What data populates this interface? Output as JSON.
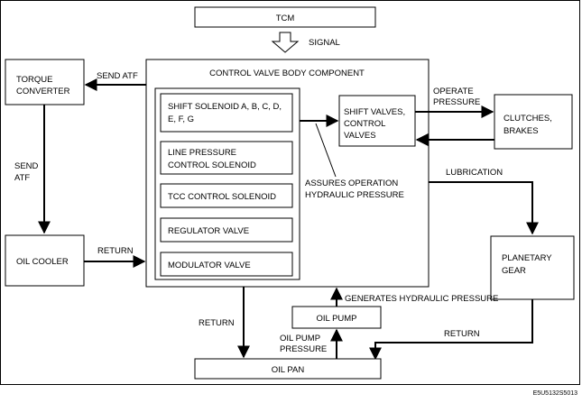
{
  "nodes": {
    "tcm": "TCM",
    "torque_converter": [
      "TORQUE",
      "CONVERTER"
    ],
    "control_valve_body": "CONTROL VALVE BODY COMPONENT",
    "shift_solenoid": [
      "SHIFT SOLENOID A, B, C, D,",
      "E, F, G"
    ],
    "line_pressure_solenoid": [
      "LINE PRESSURE",
      "CONTROL SOLENOID"
    ],
    "tcc_solenoid": "TCC CONTROL SOLENOID",
    "regulator_valve": "REGULATOR VALVE",
    "modulator_valve": "MODULATOR VALVE",
    "shift_valves": [
      "SHIFT VALVES,",
      "CONTROL",
      "VALVES"
    ],
    "clutches_brakes": [
      "CLUTCHES,",
      "BRAKES"
    ],
    "oil_cooler": "OIL COOLER",
    "planetary_gear": [
      "PLANETARY",
      "GEAR"
    ],
    "oil_pump": "OIL PUMP",
    "oil_pan": "OIL PAN"
  },
  "edges": {
    "signal": "SIGNAL",
    "send_atf_top": "SEND ATF",
    "send_atf_side": [
      "SEND",
      "ATF"
    ],
    "operate_pressure": [
      "OPERATE",
      "PRESSURE"
    ],
    "assures": [
      "ASSURES OPERATION",
      "HYDRAULIC PRESSURE"
    ],
    "lubrication": "LUBRICATION",
    "return_cooler": "RETURN",
    "return_pan": "RETURN",
    "return_planetary": "RETURN",
    "generates": "GENERATES HYDRAULIC PRESSURE",
    "oil_pump_pressure": [
      "OIL PUMP",
      "PRESSURE"
    ]
  },
  "figure_id": "E5U5132S5013"
}
